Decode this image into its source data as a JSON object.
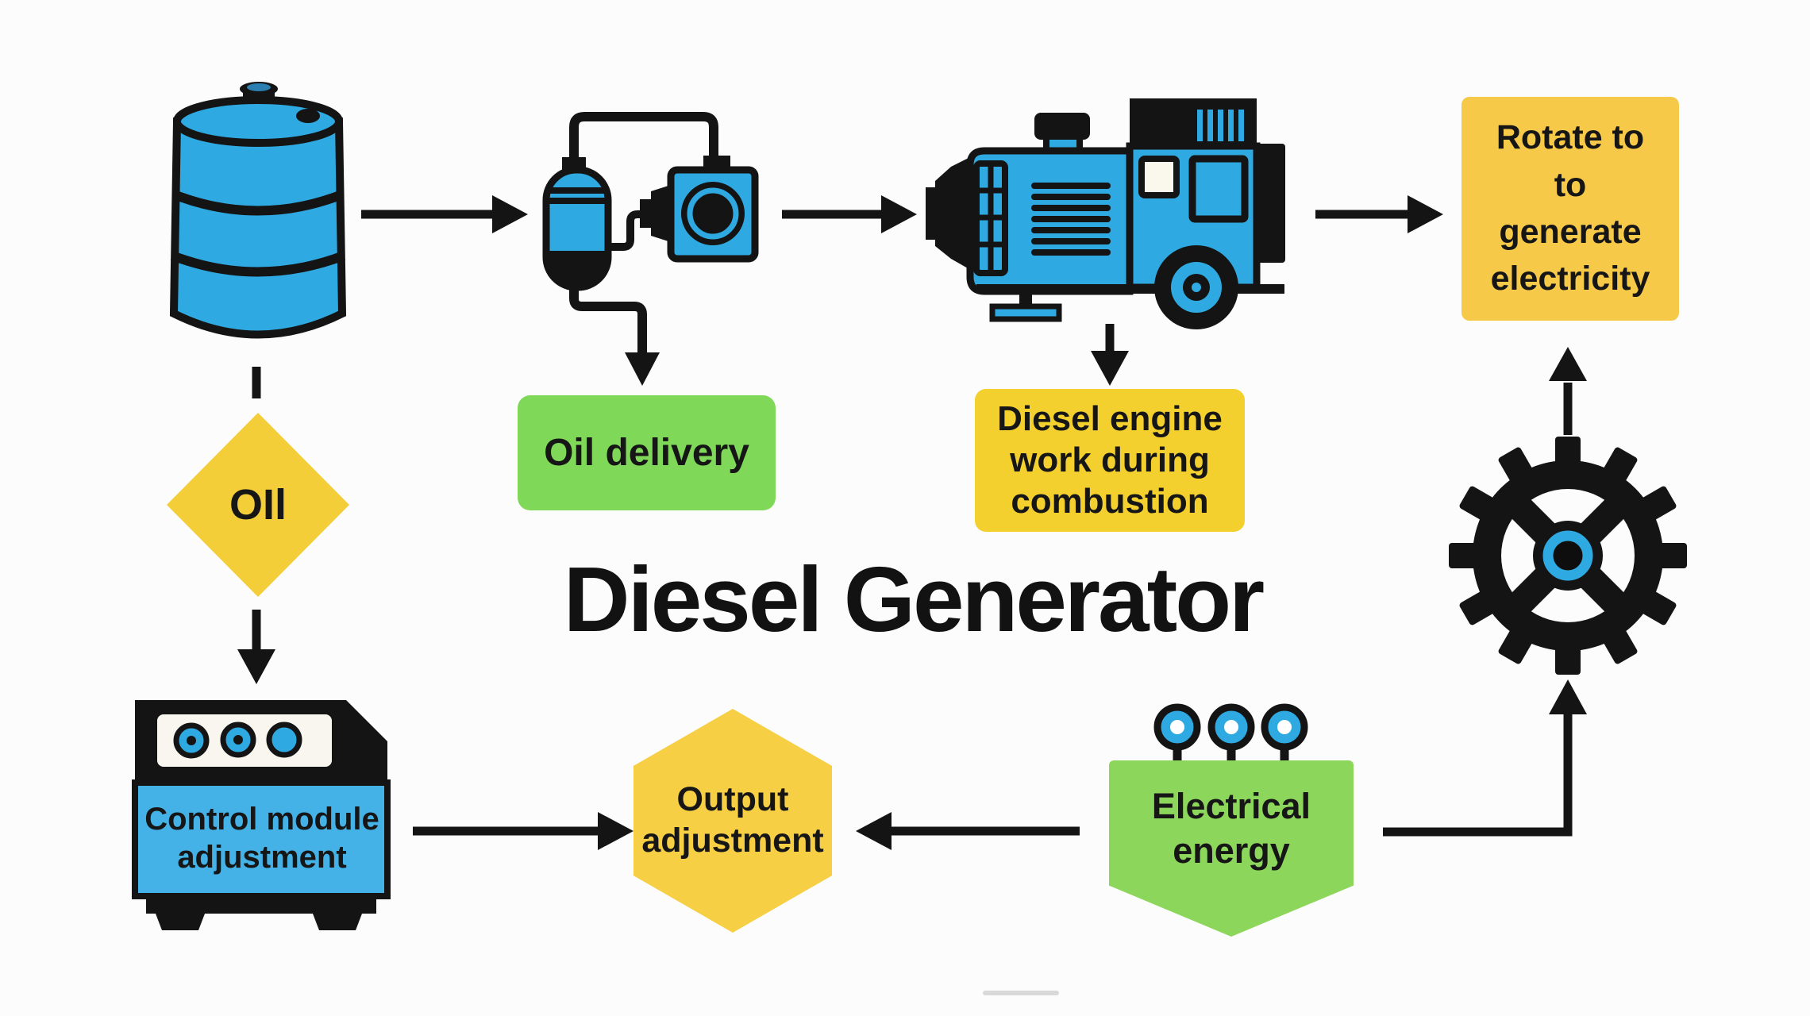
{
  "title": "Diesel Generator",
  "colors": {
    "blue": "#2FA9E1",
    "blue_light": "#44B2E6",
    "yellow": "#F6C948",
    "yellow_diamond": "#F4CE38",
    "yellow_deep": "#F4D02F",
    "yellow_hexagon": "#F6CF45",
    "green": "#7FD857",
    "green_light": "#8DD65C",
    "ink": "#141414",
    "background": "#FCFCFC"
  },
  "nodes": {
    "oil": {
      "label": "OIl",
      "shape": "diamond"
    },
    "oil_delivery": {
      "label": "Oil delivery",
      "shape": "rounded-rect"
    },
    "diesel_engine": {
      "label": "Diesel engine\nwork during\ncombustion",
      "shape": "rounded-rect"
    },
    "rotate": {
      "label": "Rotate to\nto\ngenerate\nelectricity",
      "shape": "rounded-rect"
    },
    "control_module": {
      "label": "Control module\nadjustment",
      "shape": "device"
    },
    "output_adjustment": {
      "label": "Output\nadjustment",
      "shape": "hexagon"
    },
    "electrical_energy": {
      "label": "Electrical\nenergy",
      "shape": "banner"
    }
  },
  "icons": {
    "barrel": "oil-barrel-icon",
    "filter": "oil-filter-pump-icon",
    "generator": "diesel-generator-icon",
    "control_module": "control-module-icon",
    "pins": "power-pins-icon",
    "gear": "gear-icon"
  }
}
